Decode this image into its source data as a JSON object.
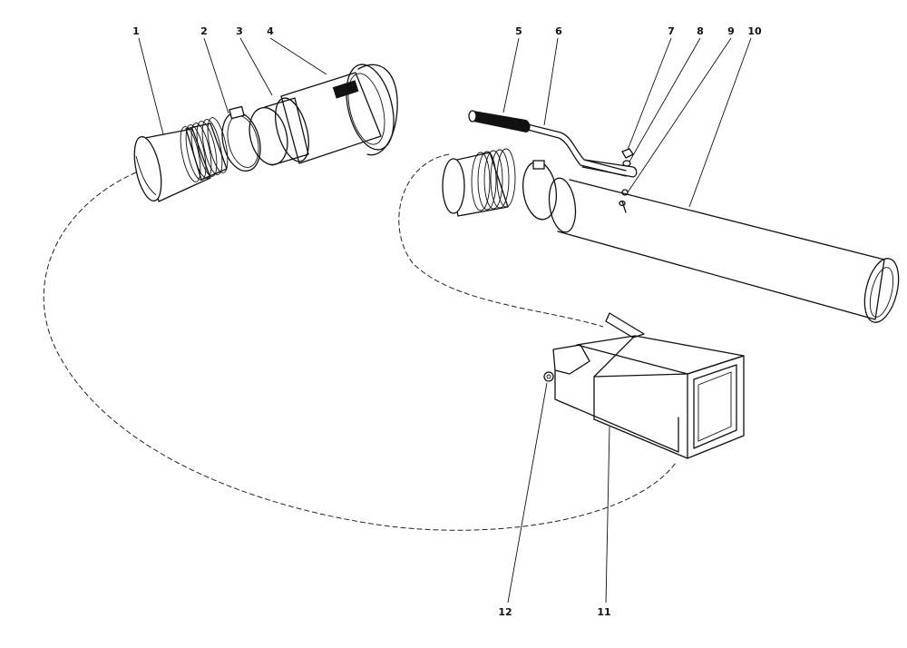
{
  "diagram": {
    "callouts": [
      {
        "id": "1",
        "label": "1"
      },
      {
        "id": "2",
        "label": "2"
      },
      {
        "id": "3",
        "label": "3"
      },
      {
        "id": "4",
        "label": "4"
      },
      {
        "id": "5",
        "label": "5"
      },
      {
        "id": "6",
        "label": "6"
      },
      {
        "id": "7",
        "label": "7"
      },
      {
        "id": "8",
        "label": "8"
      },
      {
        "id": "9",
        "label": "9"
      },
      {
        "id": "10",
        "label": "10"
      },
      {
        "id": "11",
        "label": "11"
      },
      {
        "id": "12",
        "label": "12"
      }
    ],
    "colors": {
      "ink": "#111111",
      "background": "#ffffff"
    }
  }
}
